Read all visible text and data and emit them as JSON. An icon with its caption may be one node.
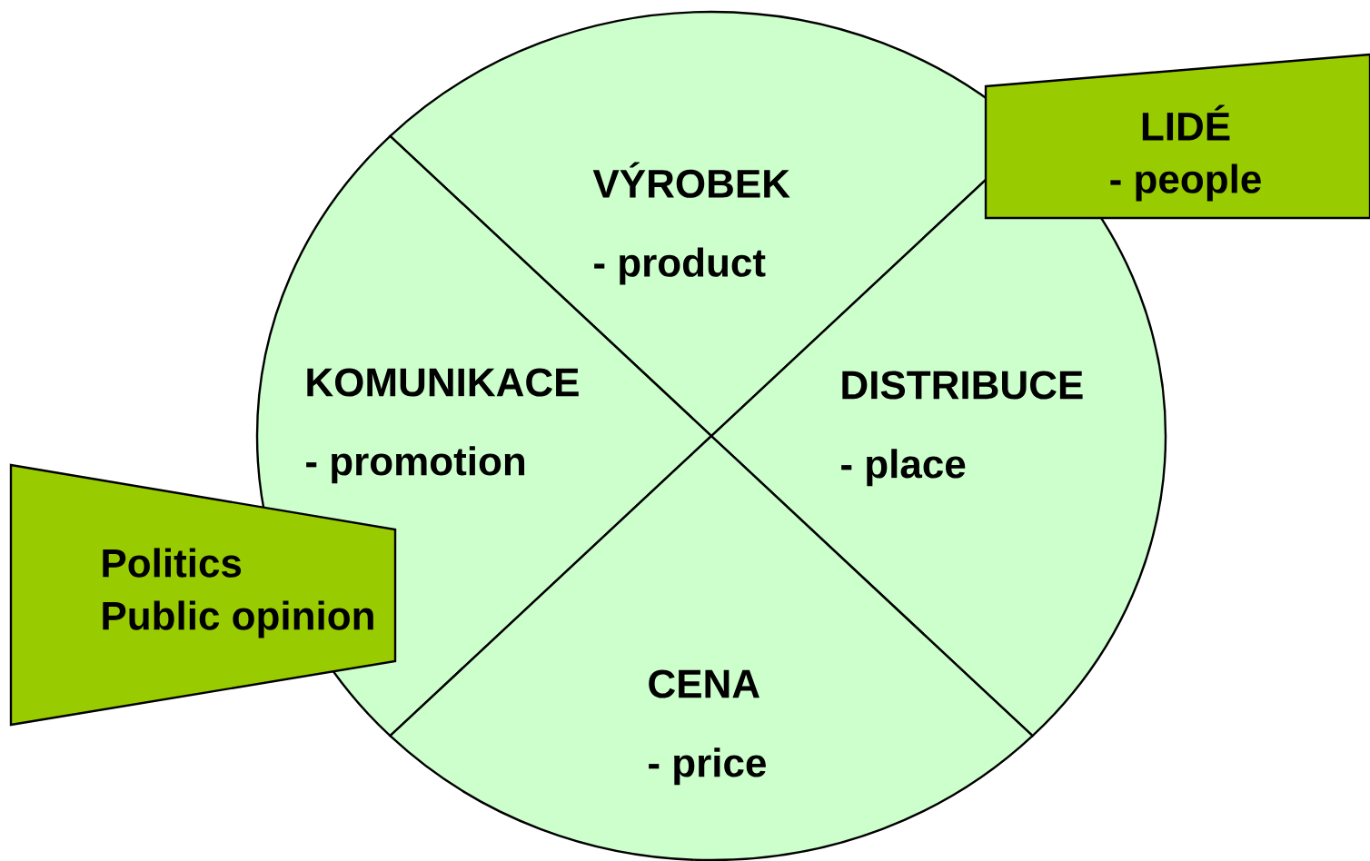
{
  "diagram": {
    "nodes": [
      {
        "text": [
          "VÝROBEK",
          "- product"
        ]
      },
      {
        "text": [
          "KOMUNIKACE",
          "- promotion"
        ]
      },
      {
        "text": [
          "DISTRIBUCE",
          "- place"
        ]
      },
      {
        "text": [
          "CENA",
          "- price"
        ]
      },
      {
        "text": [
          "LIDÉ",
          "- people"
        ]
      },
      {
        "text": [
          "Politics",
          "Public opinion"
        ]
      }
    ]
  }
}
